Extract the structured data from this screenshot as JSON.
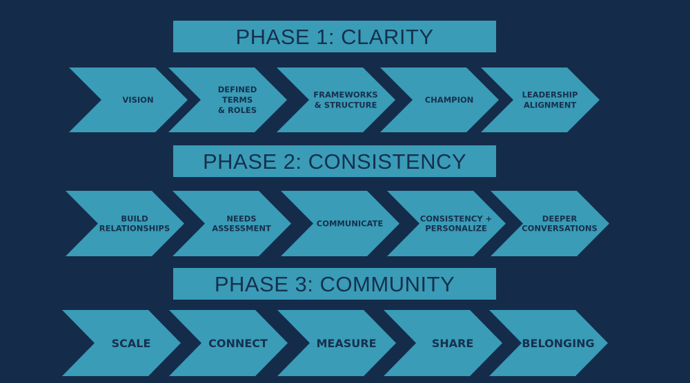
{
  "colors": {
    "background": "#142c4a",
    "chevron": "#3a9cb7",
    "banner": "#3a9cb7",
    "text": "#16304d"
  },
  "phases": [
    {
      "title": "PHASE 1: CLARITY",
      "steps": [
        {
          "lines": [
            "VISION"
          ]
        },
        {
          "lines": [
            "DEFINED",
            "TERMS",
            "& ROLES"
          ]
        },
        {
          "lines": [
            "FRAMEWORKS",
            "& STRUCTURE"
          ]
        },
        {
          "lines": [
            "CHAMPION"
          ]
        },
        {
          "lines": [
            "LEADERSHIP",
            "ALIGNMENT"
          ]
        }
      ]
    },
    {
      "title": "PHASE 2: CONSISTENCY",
      "steps": [
        {
          "lines": [
            "BUILD",
            "RELATIONSHIPS"
          ]
        },
        {
          "lines": [
            "NEEDS",
            "ASSESSMENT"
          ]
        },
        {
          "lines": [
            "COMMUNICATE"
          ]
        },
        {
          "lines": [
            "CONSISTENCY +",
            "PERSONALIZE"
          ]
        },
        {
          "lines": [
            "DEEPER",
            "CONVERSATIONS"
          ]
        }
      ]
    },
    {
      "title": "PHASE 3: COMMUNITY",
      "steps": [
        {
          "lines": [
            "SCALE"
          ]
        },
        {
          "lines": [
            "CONNECT"
          ]
        },
        {
          "lines": [
            "MEASURE"
          ]
        },
        {
          "lines": [
            "SHARE"
          ]
        },
        {
          "lines": [
            "BELONGING"
          ]
        }
      ]
    }
  ]
}
